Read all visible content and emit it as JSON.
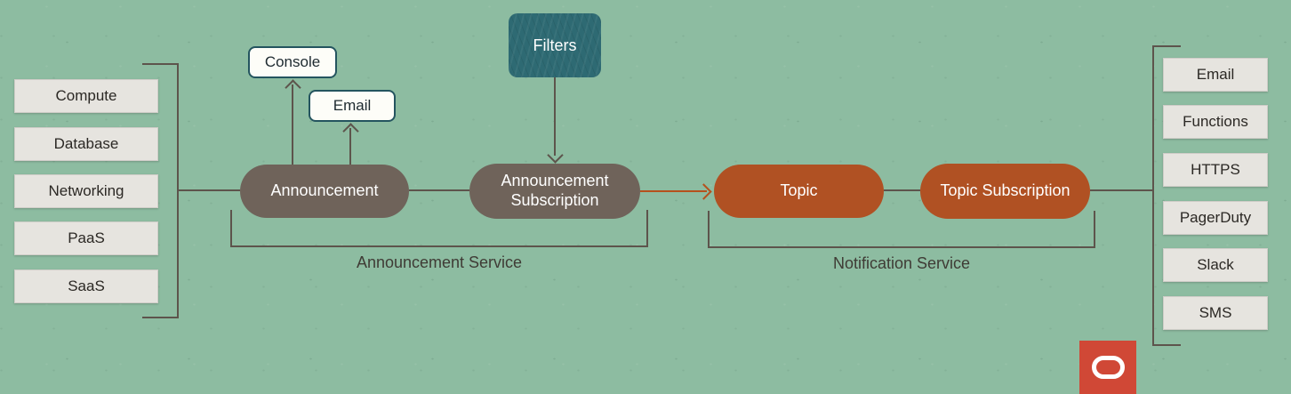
{
  "diagram": {
    "sources": {
      "items": [
        "Compute",
        "Database",
        "Networking",
        "PaaS",
        "SaaS"
      ]
    },
    "announcement_outputs": {
      "console_label": "Console",
      "email_label": "Email"
    },
    "filters_label": "Filters",
    "nodes": {
      "announcement": "Announcement",
      "announcement_subscription": "Announcement Subscription",
      "topic": "Topic",
      "topic_subscription": "Topic Subscription"
    },
    "service_labels": {
      "announcement_service": "Announcement Service",
      "notification_service": "Notification Service"
    },
    "channels": {
      "items": [
        "Email",
        "Functions",
        "HTTPS",
        "PagerDuty",
        "Slack",
        "SMS"
      ]
    },
    "icons": {
      "oracle_logo": "oracle-logo"
    },
    "colors": {
      "background": "#8dbca1",
      "node_box_bg": "#e6e4df",
      "node_box_text": "#2b2824",
      "announcement_pill": "#6f635a",
      "notification_pill": "#b05123",
      "filters_teal": "#2e6a73",
      "console_email_border": "#24545f",
      "connector_line": "#5d544c",
      "notification_arrow": "#b5511d",
      "service_label_text": "#3f3b35",
      "oracle_red": "#d04836"
    }
  }
}
